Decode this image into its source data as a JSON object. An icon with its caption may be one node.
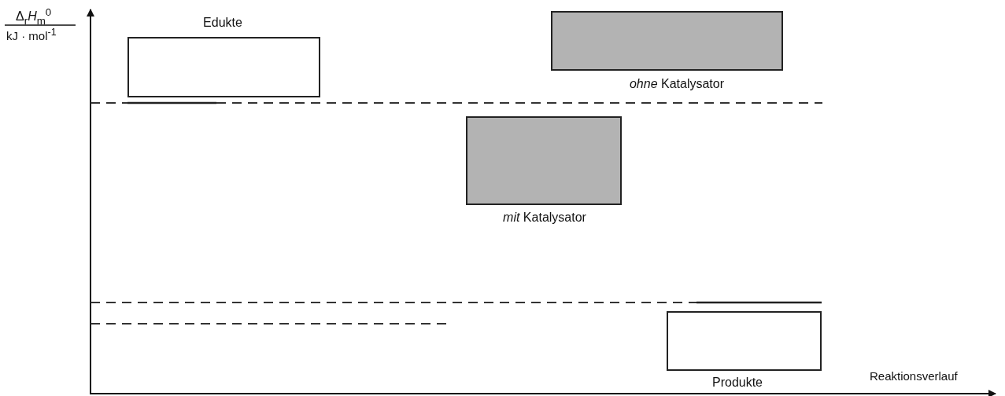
{
  "diagram": {
    "nodes": [
      {
        "text": [
          "Edukte"
        ]
      },
      {
        "text": [
          "*ohne* Katalysator"
        ]
      },
      {
        "text": [
          "*mit* Katalysator"
        ]
      },
      {
        "text": [
          "Produkte"
        ]
      }
    ],
    "labels": [
      "Δ$_{r}$*H*$_{m}$$^{0}$",
      "kJ · mol$^{-1}$",
      "Reaktionsverlauf"
    ]
  }
}
